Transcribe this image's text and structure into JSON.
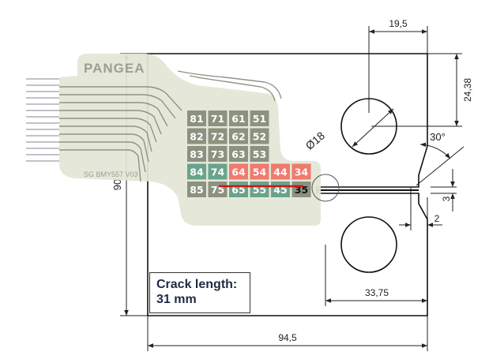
{
  "sensor": {
    "brand": "PANGEA",
    "model": "SG BMY557 V03",
    "grid": [
      [
        {
          "id": "81",
          "state": "intact"
        },
        {
          "id": "71",
          "state": "intact"
        },
        {
          "id": "61",
          "state": "intact"
        },
        {
          "id": "51",
          "state": "intact"
        }
      ],
      [
        {
          "id": "82",
          "state": "intact"
        },
        {
          "id": "72",
          "state": "intact"
        },
        {
          "id": "62",
          "state": "intact"
        },
        {
          "id": "52",
          "state": "intact"
        }
      ],
      [
        {
          "id": "83",
          "state": "intact"
        },
        {
          "id": "73",
          "state": "intact"
        },
        {
          "id": "63",
          "state": "intact"
        },
        {
          "id": "53",
          "state": "intact"
        }
      ],
      [
        {
          "id": "84",
          "state": "teal"
        },
        {
          "id": "74",
          "state": "teal"
        },
        {
          "id": "64",
          "state": "broken"
        },
        {
          "id": "54",
          "state": "broken"
        },
        {
          "id": "44",
          "state": "broken"
        },
        {
          "id": "34",
          "state": "broken"
        }
      ],
      [
        {
          "id": "85",
          "state": "intact"
        },
        {
          "id": "75",
          "state": "intact"
        },
        {
          "id": "65",
          "state": "teal"
        },
        {
          "id": "55",
          "state": "teal"
        },
        {
          "id": "45",
          "state": "teal"
        },
        {
          "id": "35",
          "state": "intact"
        }
      ]
    ],
    "colors": {
      "substrate": "#e3e6d6",
      "intact": "#8b927f",
      "teal": "#6aa38c",
      "broken": "#f07a6e",
      "crack": "#d01414"
    }
  },
  "dimensions": {
    "top_width": "19,5",
    "right_height": "24,38",
    "hole_diameter": "Ø18",
    "notch_angle": "30°",
    "notch_height": "3",
    "notch_offset": "2",
    "height": "90",
    "hole_center_offset": "33,75",
    "total_width": "94,5"
  },
  "crack": {
    "label": "Crack length:",
    "value": "31 mm"
  }
}
